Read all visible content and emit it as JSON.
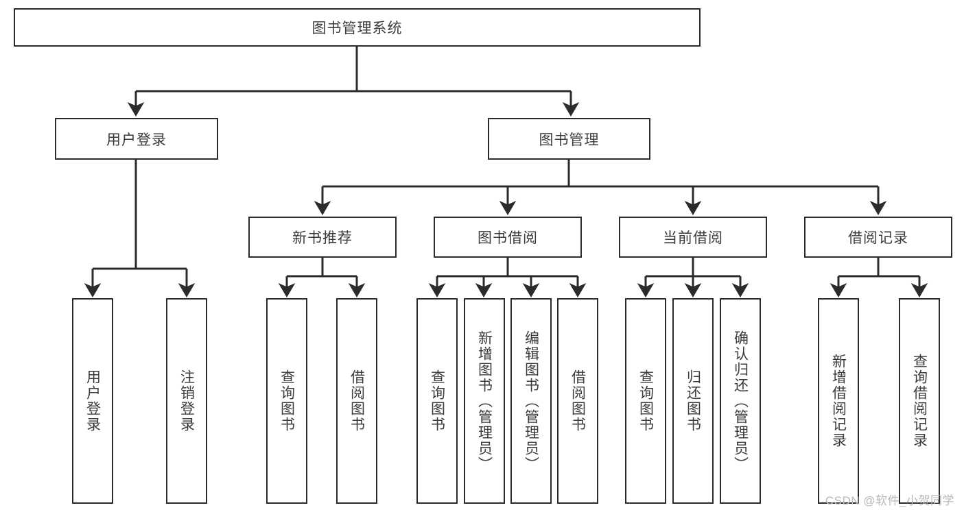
{
  "diagram": {
    "type": "tree-hierarchy",
    "title": "图书管理系统",
    "watermark": "CSDN @软件_小贺同学",
    "colors": {
      "stroke": "#2b2b2b",
      "fill": "#ffffff",
      "text": "#3b3b3b",
      "watermark": "#b8b8b8"
    },
    "levels": {
      "root": {
        "label": "图书管理系统"
      },
      "level2": [
        {
          "id": "user-login",
          "label": "用户登录"
        },
        {
          "id": "book-management",
          "label": "图书管理"
        }
      ],
      "level3": [
        {
          "id": "new-book-recommend",
          "label": "新书推荐",
          "parent": "book-management"
        },
        {
          "id": "book-borrow",
          "label": "图书借阅",
          "parent": "book-management"
        },
        {
          "id": "current-borrow",
          "label": "当前借阅",
          "parent": "book-management"
        },
        {
          "id": "borrow-record",
          "label": "借阅记录",
          "parent": "book-management"
        }
      ],
      "leaves": [
        {
          "id": "leaf-user-login",
          "label": "用户登录",
          "parent": "user-login"
        },
        {
          "id": "leaf-logout-login",
          "label": "注销登录",
          "parent": "user-login"
        },
        {
          "id": "leaf-query-book-1",
          "label": "查询图书",
          "parent": "new-book-recommend"
        },
        {
          "id": "leaf-borrow-book-1",
          "label": "借阅图书",
          "parent": "new-book-recommend"
        },
        {
          "id": "leaf-query-book-2",
          "label": "查询图书",
          "parent": "book-borrow"
        },
        {
          "id": "leaf-add-book",
          "label": "新增图书（管理员）",
          "parent": "book-borrow"
        },
        {
          "id": "leaf-edit-book",
          "label": "编辑图书（管理员）",
          "parent": "book-borrow"
        },
        {
          "id": "leaf-borrow-book-2",
          "label": "借阅图书",
          "parent": "book-borrow"
        },
        {
          "id": "leaf-query-book-3",
          "label": "查询图书",
          "parent": "current-borrow"
        },
        {
          "id": "leaf-return-book",
          "label": "归还图书",
          "parent": "current-borrow"
        },
        {
          "id": "leaf-confirm-return",
          "label": "确认归还（管理员）",
          "parent": "current-borrow"
        },
        {
          "id": "leaf-add-record",
          "label": "新增借阅记录",
          "parent": "borrow-record"
        },
        {
          "id": "leaf-query-record",
          "label": "查询借阅记录",
          "parent": "borrow-record"
        }
      ]
    }
  }
}
